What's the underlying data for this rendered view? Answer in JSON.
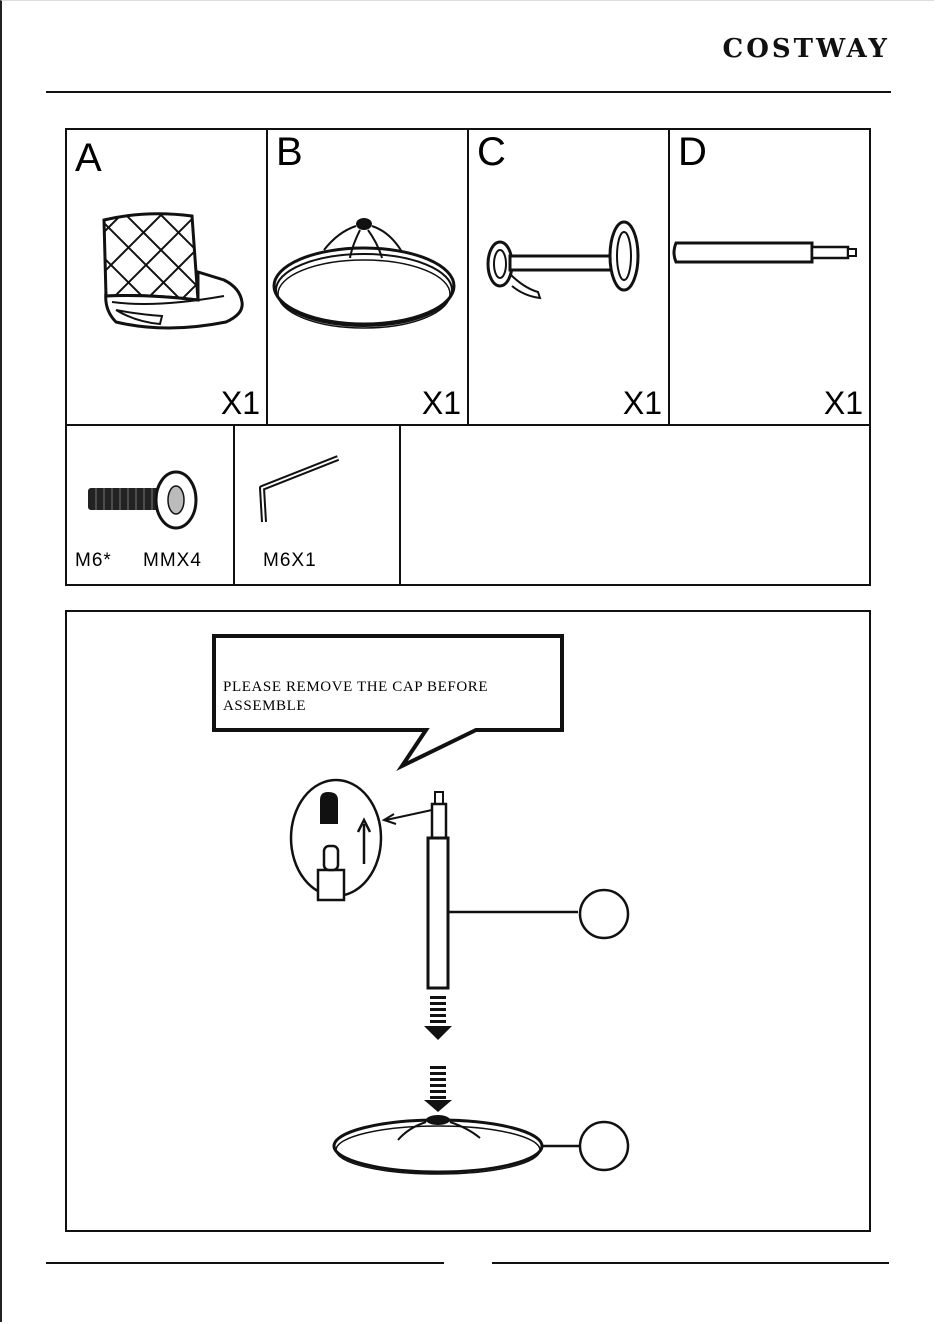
{
  "header": {
    "brand": "COSTWAY"
  },
  "parts": [
    {
      "letter": "A",
      "qty": "X1",
      "icon": "seat-icon"
    },
    {
      "letter": "B",
      "qty": "X1",
      "icon": "round-base-icon"
    },
    {
      "letter": "C",
      "qty": "X1",
      "icon": "footrest-ring-icon"
    },
    {
      "letter": "D",
      "qty": "X1",
      "icon": "gas-lift-icon"
    }
  ],
  "hardware": [
    {
      "label_left": "M6*",
      "label_right": "MMX4",
      "icon": "bolt-icon"
    },
    {
      "label": "M6X1",
      "icon": "allen-key-icon"
    }
  ],
  "step": {
    "callout": "PLEASE  REMOVE  THE  CAP  BEFORE ASSEMBLE"
  }
}
